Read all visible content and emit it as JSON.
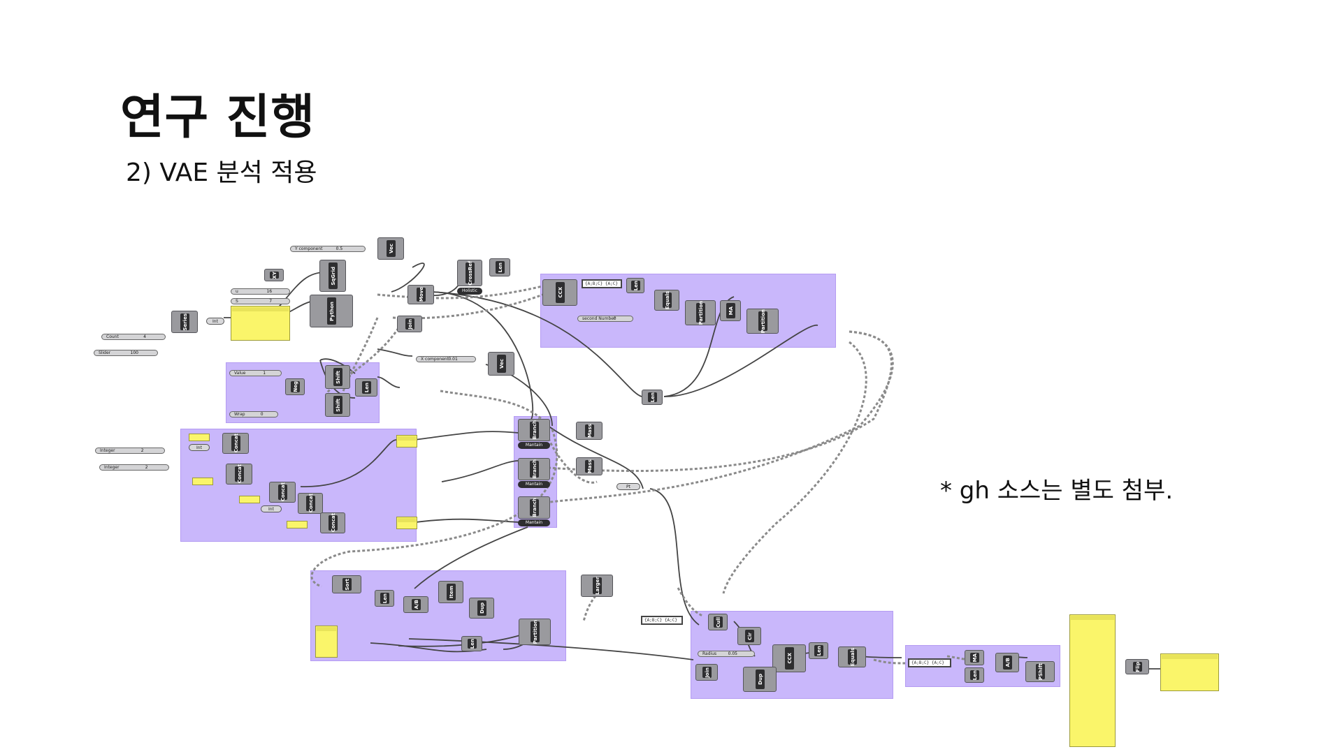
{
  "slide": {
    "title": "연구 진행",
    "subtitle": "2) VAE 분석 적용",
    "note": "* gh 소스는 별도 첨부."
  },
  "components": {
    "vec": "Vec",
    "sqgrid": "SqGrid",
    "xy": "XY",
    "python": "Python",
    "series": "Series",
    "int": "Int",
    "move": "Move",
    "crossref": "CrossRef",
    "len": "Len",
    "join": "Join",
    "shift": "Shift",
    "neg": "Neg",
    "concat": "Concat",
    "branch": "Branch",
    "mass": "Mass",
    "ccx": "CCX",
    "equals": "Equals",
    "partition": "Partition",
    "ma": "MA",
    "larger": "Larger",
    "sort": "Sort",
    "item": "Item",
    "dup": "Dup",
    "cull": "Cull",
    "cir": "Cir",
    "pshift": "PShift",
    "flip": "Flip",
    "ab": "A/B"
  },
  "sliders": {
    "y_component": "Y component",
    "y_value": "0.5",
    "count": "Count",
    "count_value": "4",
    "slider": "Slider",
    "slider_value": "100",
    "u": "u",
    "u_value": "16",
    "s": "S",
    "s_value": "7",
    "value": "Value",
    "value_value": "1",
    "wrap": "Wrap",
    "wrap_value": "0",
    "x_component": "X component",
    "x_value": "0.01",
    "second_number": "second Number",
    "second_value": "0",
    "integer1": "Integer",
    "integer1_value": "2",
    "integer2": "Integer",
    "integer2_value": "2",
    "radius": "Radius",
    "radius_value": "0.05"
  },
  "labels": {
    "crossref_sub": "Holistic",
    "branch_sub1": "Mantain",
    "branch_sub2": "Mantain",
    "branch_sub3": "Mantain",
    "pt": "Pt",
    "int": "Int"
  },
  "lists": {
    "list1_a": "{A;B;C}",
    "list1_b": "{A;C}",
    "list2_a": "{A;B;C}",
    "list2_b": "{A;C}",
    "list3_a": "{A;B;C}",
    "list3_b": "{A;C}"
  },
  "colors": {
    "group": "#c9b7fb",
    "panel": "#faf56a",
    "component": "#9a9a9e",
    "component_bar": "#2e2e30",
    "wire": "#444444",
    "dashed_wire": "#8a8a8a"
  }
}
